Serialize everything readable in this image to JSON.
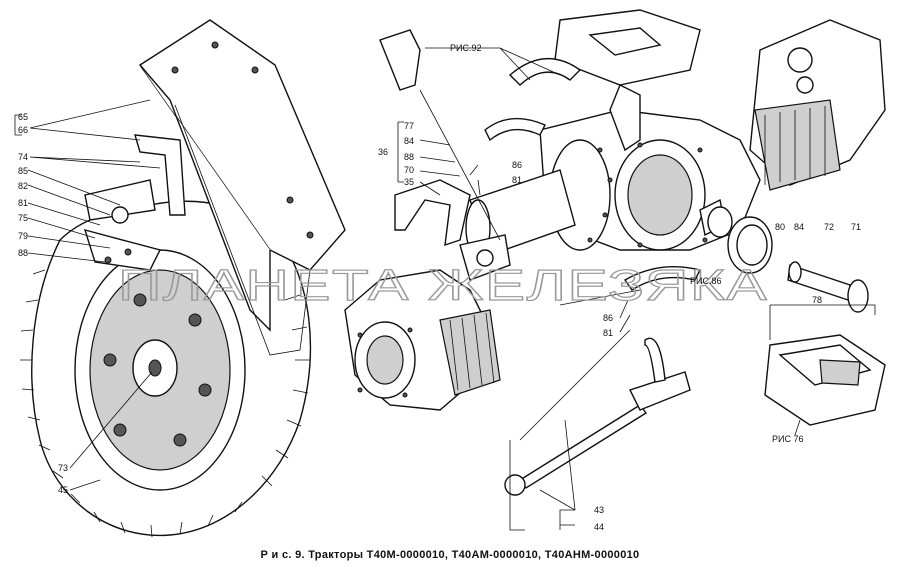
{
  "caption": "Р и с. 9. Тракторы Т40М-0000010, Т40АМ-0000010, Т40АНМ-0000010",
  "watermark": "ПЛАНЕТА ЖЕЛЕЗЯКА",
  "labels": {
    "l65": "65",
    "l66": "66",
    "l74": "74",
    "l85": "85",
    "l82": "82",
    "l81a": "81",
    "l75": "75",
    "l79": "79",
    "l88": "88",
    "l73": "73",
    "l45": "45",
    "l77": "77",
    "l36": "36",
    "l84a": "84",
    "l88b": "88",
    "l70": "70",
    "l35": "35",
    "l86a": "86",
    "l81b": "81",
    "ris92": "РИС.92",
    "l80": "80",
    "l84b": "84",
    "l72": "72",
    "l71": "71",
    "ris86": "РИС.86",
    "l78": "78",
    "l86b": "86",
    "l81c": "81",
    "ris76": "РИС 76",
    "l43": "43",
    "l44": "44"
  }
}
